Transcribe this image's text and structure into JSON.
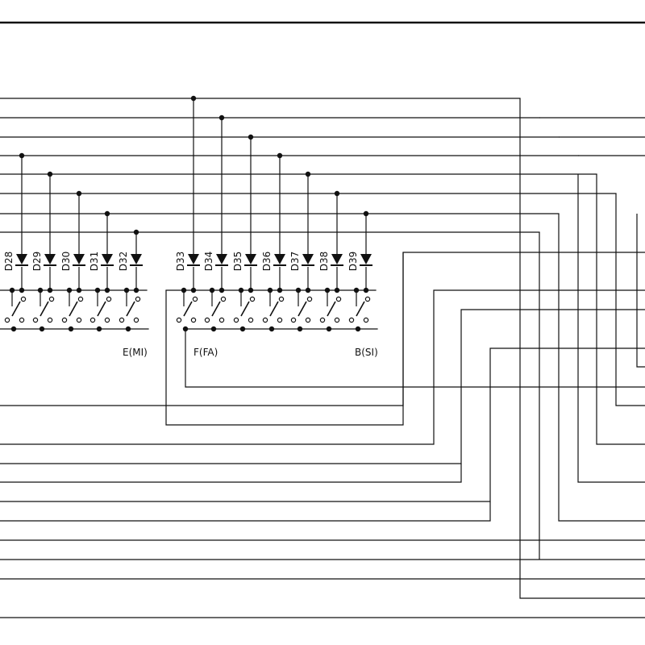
{
  "diagram": {
    "colors": {
      "ink": "#111111",
      "paper": "#ffffff"
    },
    "diodes": [
      {
        "id": "D28"
      },
      {
        "id": "D29"
      },
      {
        "id": "D30"
      },
      {
        "id": "D31"
      },
      {
        "id": "D32"
      },
      {
        "id": "D33"
      },
      {
        "id": "D34"
      },
      {
        "id": "D35"
      },
      {
        "id": "D36"
      },
      {
        "id": "D37"
      },
      {
        "id": "D38"
      },
      {
        "id": "D39"
      }
    ],
    "note_labels": [
      {
        "id": "e",
        "text": "E(MI)"
      },
      {
        "id": "f",
        "text": "F(FA)"
      },
      {
        "id": "b",
        "text": "B(SI)"
      }
    ]
  }
}
